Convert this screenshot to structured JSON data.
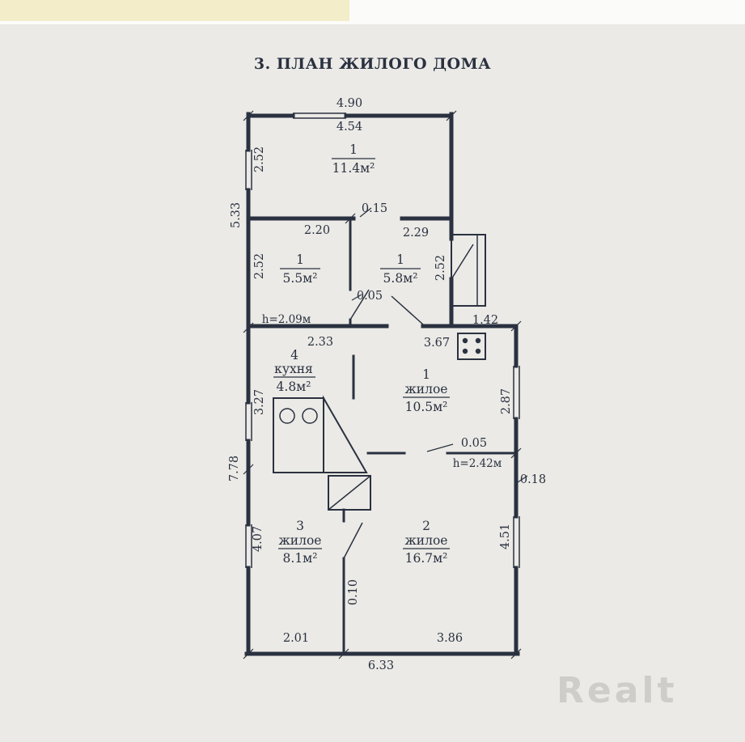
{
  "page": {
    "title": "3. ПЛАН ЖИЛОГО ДОМА",
    "watermark": "Realt"
  },
  "colors": {
    "paper": "#ebeae6",
    "ink": "#2a3140",
    "strip_white": "#fbfbfa",
    "strip_yellow": "#f3eec9",
    "watermark": "#cdccc8"
  },
  "rooms": {
    "annex_big": {
      "number": "1",
      "area": "11.4м²"
    },
    "annex_left": {
      "number": "1",
      "area": "5.5м²"
    },
    "annex_right": {
      "number": "1",
      "area": "5.8м²"
    },
    "kitchen": {
      "number": "4",
      "name": "кухня",
      "area": "4.8м²"
    },
    "living1": {
      "number": "1",
      "name": "жилое",
      "area": "10.5м²"
    },
    "living2": {
      "number": "2",
      "name": "жилое",
      "area": "16.7м²"
    },
    "living3": {
      "number": "3",
      "name": "жилое",
      "area": "8.1м²"
    }
  },
  "dims": {
    "top_outer": "4.90",
    "top_inner": "4.54",
    "annex_big_left": "2.52",
    "annex_left_outer": "5.33",
    "annex_wall_thk": "0.15",
    "annex_left_w": "2.20",
    "annex_right_w": "2.29",
    "annex_left_h": "2.52",
    "annex_right_h": "2.52",
    "annex_part_thk": "0.05",
    "annex_height_note": "h=2.09м",
    "kitchen_w": "2.33",
    "living1_w": "3.67",
    "porch_w": "1.42",
    "kitchen_h": "3.27",
    "living1_h": "2.87",
    "main_left_outer": "7.78",
    "right_wall_thk": "0.18",
    "main_part_thk": "0.05",
    "door_height_note": "h=2.42м",
    "living3_h": "4.07",
    "living2_h": "4.51",
    "living23_part_thk": "0.10",
    "living3_w": "2.01",
    "living2_w": "3.86",
    "bottom_outer": "6.33"
  }
}
